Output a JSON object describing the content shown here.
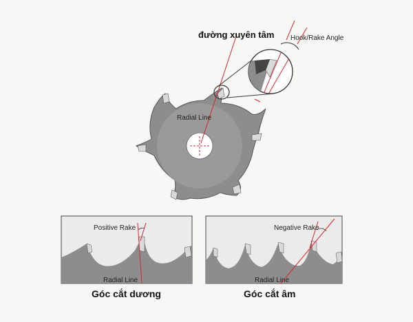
{
  "labels": {
    "center_line": "đường xuyên tâm",
    "hook_angle": "Hook/Rake Angle",
    "radial_line_main": "Radial Line",
    "positive_rake": "Positive Rake",
    "radial_line_left": "Radial Line",
    "caption_left": "Góc cắt dương",
    "negative_rake": "Negative Rake",
    "radial_line_right": "Radial Line",
    "caption_right": "Góc cắt âm"
  },
  "colors": {
    "blade": "#8d8d8d",
    "blade_inner": "#9a9a9a",
    "tip": "#d9d9d9",
    "red_line": "#d8262c",
    "panel_bg": "#ebebeb",
    "outline": "#444444"
  }
}
